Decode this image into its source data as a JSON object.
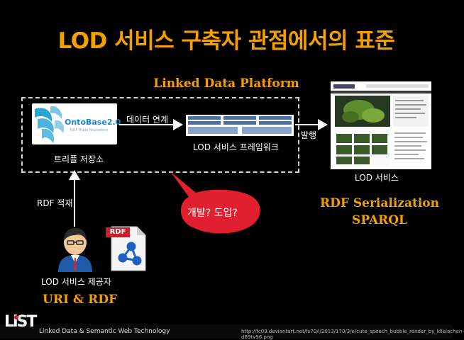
{
  "title": "LOD 서비스 구축자 관점에서의 표준",
  "platform_label": "Linked Data Platform",
  "triple_store": {
    "caption": "트리플 저장소",
    "product_name": "OntoBase2.0",
    "product_sub": "RDF Triple Repository"
  },
  "data_link_label": "데이터 연계",
  "framework": {
    "caption": "LOD 서비스 프레임워크"
  },
  "publish_label": "발행",
  "lod_service": {
    "caption": "LOD 서비스"
  },
  "rdf_load_label": "RDF 적재",
  "speech_bubble": "개발? 도입?",
  "rdf_badge": "RDF",
  "provider_label": "LOD 서비스 제공자",
  "standards_right": [
    "RDF Serialization",
    "SPARQL"
  ],
  "standards_left": "URI & RDF",
  "footer": {
    "logo_text": "LiST",
    "org": "Linked Data & Semantic Web Technology",
    "credit": "http://fc09.deviantart.net/fs70/i/2013/170/3/e/cute_speech_bubble_render_by_klleiachan-d69tv96.png"
  },
  "colors": {
    "accent": "#f5a000",
    "bubble": "#e02030",
    "rdf_badge": "#c8202a",
    "background": "#000000"
  }
}
